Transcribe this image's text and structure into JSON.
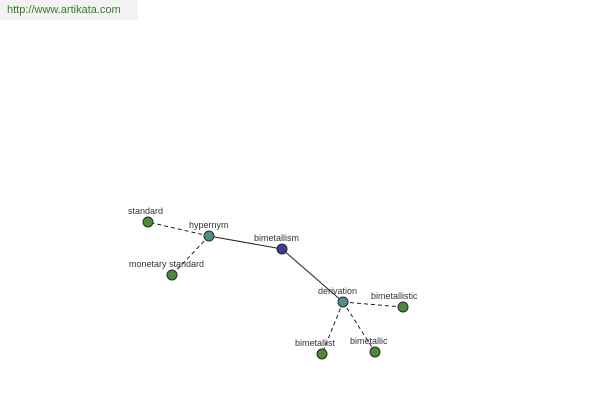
{
  "watermark": {
    "text": "http://www.artikata.com"
  },
  "colors": {
    "root": "#3a3f8f",
    "relation": "#4f8f8a",
    "leaf": "#4a8a3a"
  },
  "graph": {
    "nodes": [
      {
        "id": "bimetallism",
        "label": "bimetallism",
        "kind": "root"
      },
      {
        "id": "hypernym",
        "label": "hypernym",
        "kind": "relation"
      },
      {
        "id": "derivation",
        "label": "derivation",
        "kind": "relation"
      },
      {
        "id": "standard",
        "label": "standard",
        "kind": "leaf"
      },
      {
        "id": "monetary-standard",
        "label": "monetary standard",
        "kind": "leaf"
      },
      {
        "id": "bimetallistic",
        "label": "bimetallistic",
        "kind": "leaf"
      },
      {
        "id": "bimetallist",
        "label": "bimetallist",
        "kind": "leaf"
      },
      {
        "id": "bimetallic",
        "label": "bimetallic",
        "kind": "leaf"
      }
    ],
    "edges": [
      {
        "from": "bimetallism",
        "to": "hypernym",
        "style": "solid"
      },
      {
        "from": "bimetallism",
        "to": "derivation",
        "style": "solid"
      },
      {
        "from": "hypernym",
        "to": "standard",
        "style": "dashed"
      },
      {
        "from": "hypernym",
        "to": "monetary-standard",
        "style": "dashed"
      },
      {
        "from": "derivation",
        "to": "bimetallistic",
        "style": "dashed"
      },
      {
        "from": "derivation",
        "to": "bimetallist",
        "style": "dashed"
      },
      {
        "from": "derivation",
        "to": "bimetallic",
        "style": "dashed"
      }
    ]
  }
}
